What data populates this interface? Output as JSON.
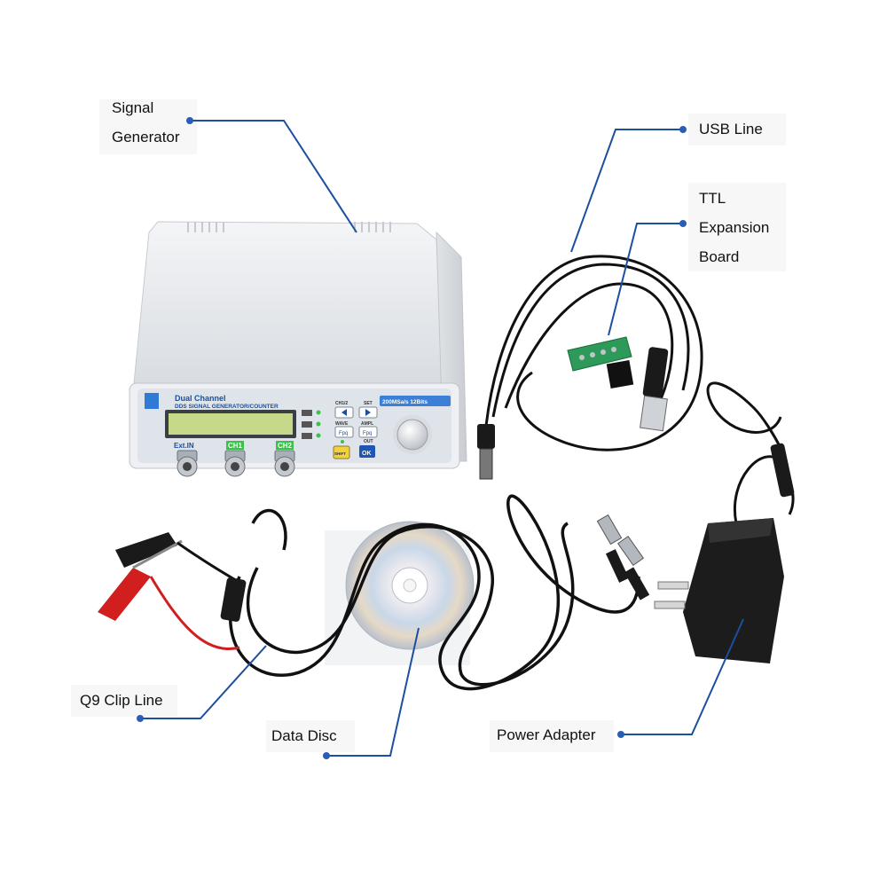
{
  "colors": {
    "callout_line": "#1c4fa0",
    "callout_dot": "#2a5db5",
    "device_body": "#e9ecef",
    "panel": "#dfe4ea",
    "lcd": "#c4d98a",
    "cable": "#111111",
    "clip_red": "#d11f1f",
    "accent_blue": "#3b7fd6"
  },
  "device": {
    "subtitle": "Dual Channel",
    "title": "DDS SIGNAL GENERATOR/COUNTER",
    "spec": "200MSa/s 12Bits",
    "ports": {
      "ext_in": "Ext.IN",
      "ch1": "CH1",
      "ch2": "CH2"
    },
    "keys": {
      "left_group": "CH1/2",
      "right_group": "SET",
      "wave": "WAVE",
      "ampl": "AMPL",
      "fpq": "Fpq",
      "fpq_right": "Fpq",
      "shift": "SHIFT",
      "ok": "OK",
      "out": "OUT"
    }
  },
  "labels": {
    "signal_generator": [
      "Signal",
      "Generator"
    ],
    "usb_line": "USB Line",
    "ttl_board": [
      "TTL",
      "Expansion",
      "Board"
    ],
    "q9_clip": "Q9 Clip Line",
    "data_disc": "Data Disc",
    "power_adapter": "Power Adapter"
  }
}
